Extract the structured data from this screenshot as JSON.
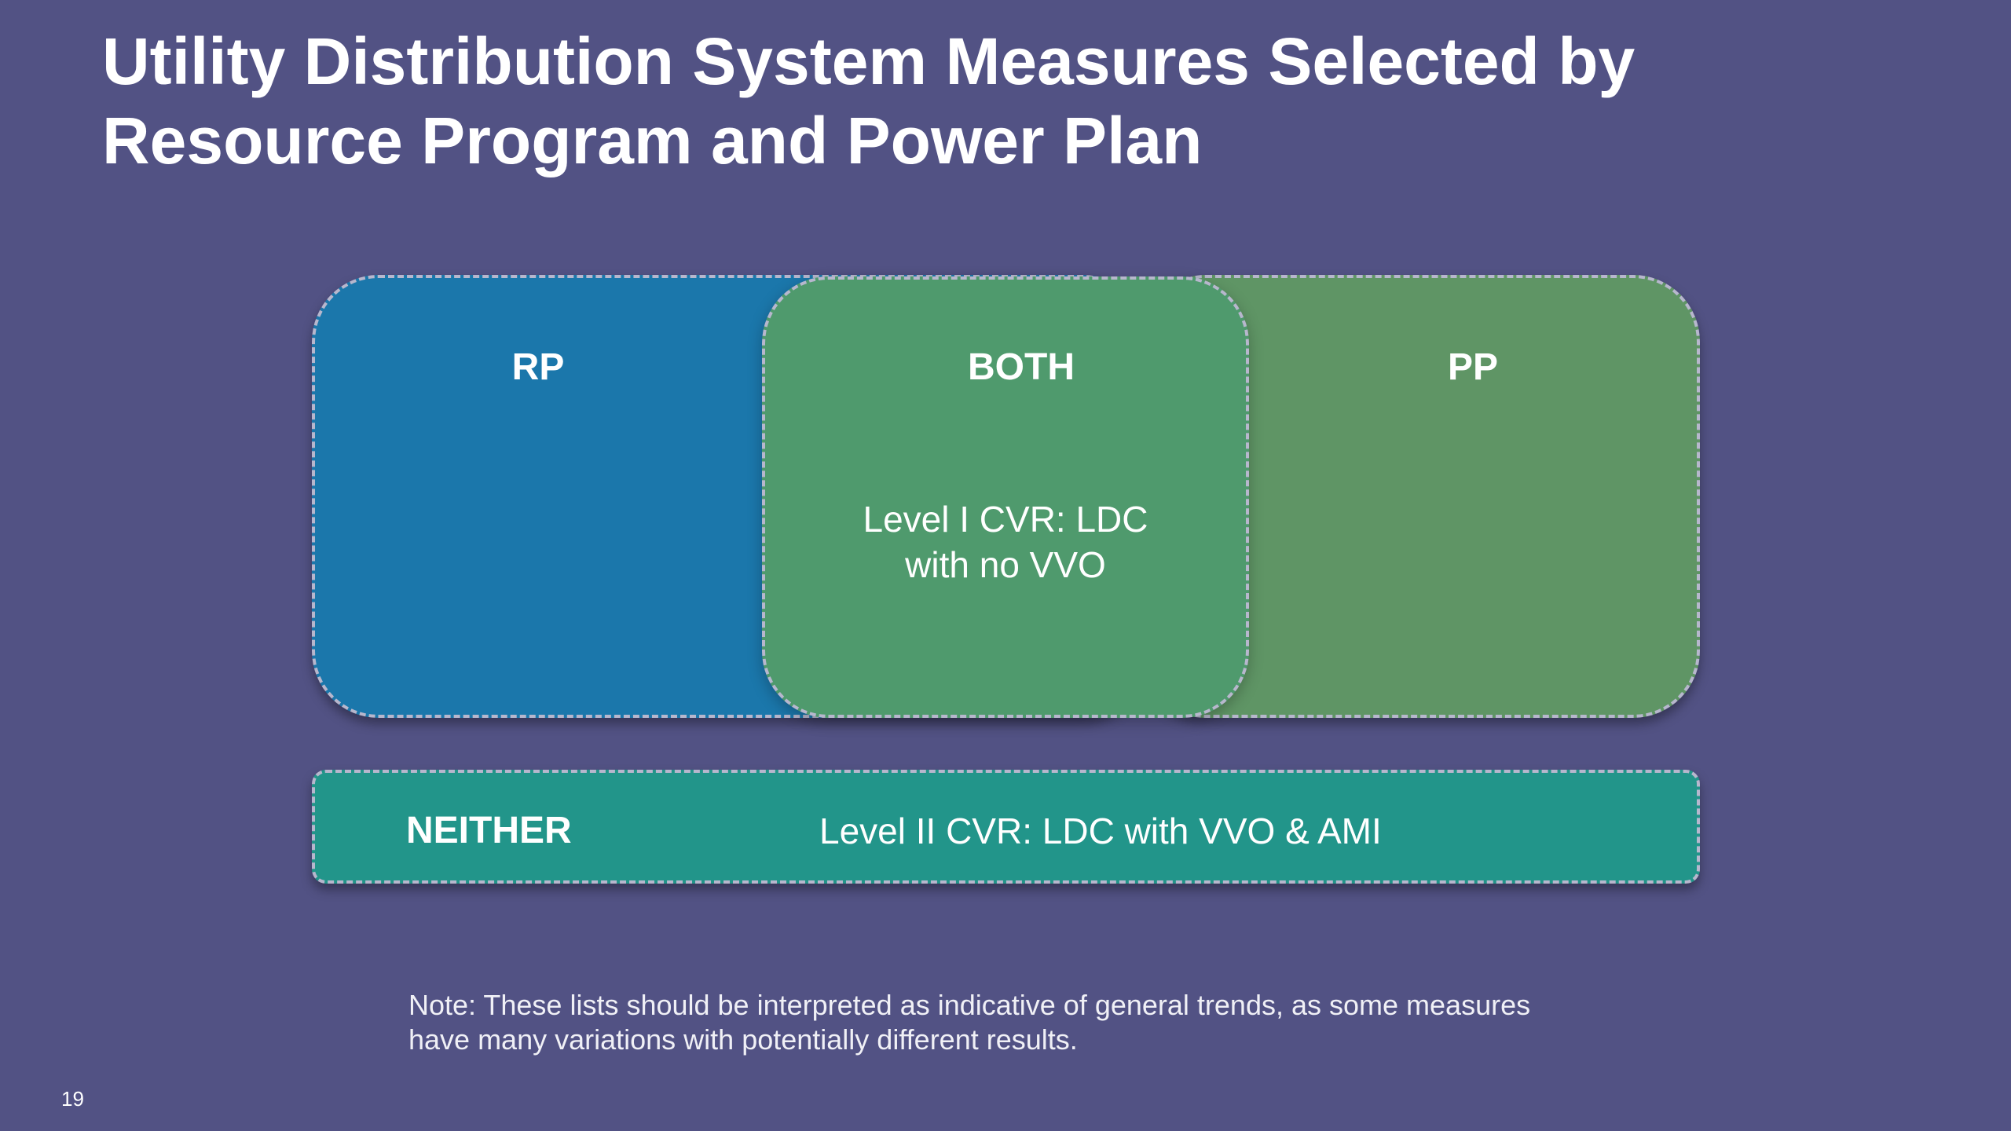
{
  "slide": {
    "title_lines": [
      "Utility Distribution System Measures Selected by",
      "Resource Program and Power Plan"
    ],
    "page_number": "19"
  },
  "diagram": {
    "rp": {
      "label": "RP",
      "color": "#1b77ab"
    },
    "both": {
      "label": "BOTH",
      "color": "#4f9a6d",
      "items": [
        "Level I CVR: LDC",
        "with no VVO"
      ]
    },
    "pp": {
      "label": "PP",
      "color": "#5f9565"
    },
    "neither": {
      "label": "NEITHER",
      "color": "#22958a",
      "item": "Level II CVR: LDC with VVO & AMI"
    }
  },
  "note": {
    "lines": [
      "Note: These lists should be interpreted as indicative of general trends, as some measures",
      "have many variations with potentially different results."
    ]
  },
  "colors": {
    "background": "#525284",
    "text": "#ffffff",
    "dashed_border": "#b7b7cd"
  }
}
